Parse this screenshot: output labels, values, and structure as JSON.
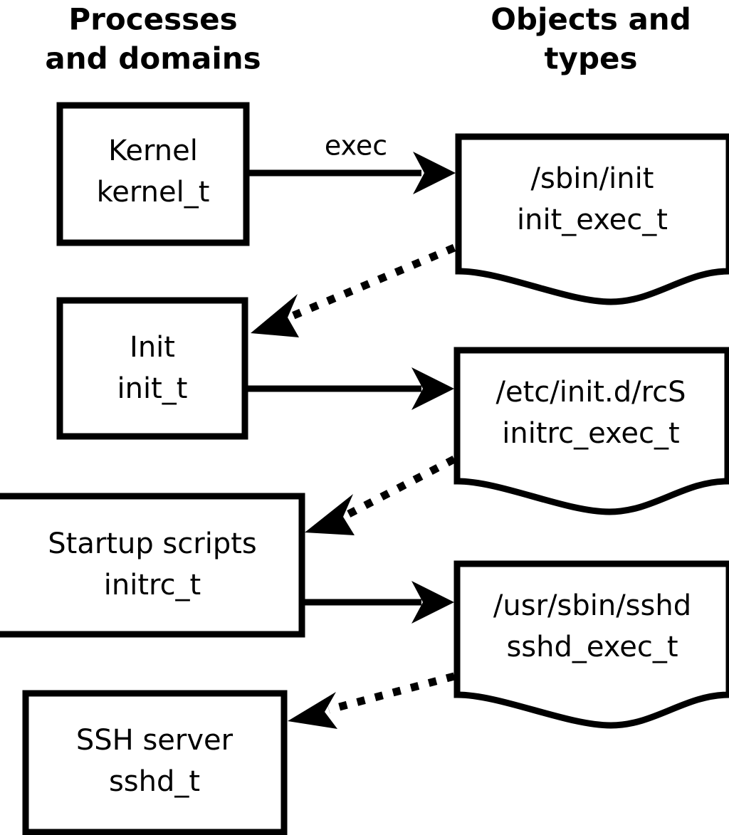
{
  "diagram": {
    "title_left": "Processes\nand domains",
    "columns": [
      {
        "id": "processes",
        "header_line1": "Processes",
        "header_line2": "and domains"
      },
      {
        "id": "objects",
        "header_line1": "Objects and",
        "header_line2": "types"
      }
    ],
    "colors": {
      "stroke": "#000000",
      "fill": "#ffffff",
      "background": "#ffffff"
    },
    "process_nodes": [
      {
        "id": "kernel",
        "name_line": "Kernel",
        "type_line": "kernel_t"
      },
      {
        "id": "init",
        "name_line": "Init",
        "type_line": "init_t"
      },
      {
        "id": "initrc",
        "name_line": "Startup scripts",
        "type_line": "initrc_t"
      },
      {
        "id": "sshd",
        "name_line": "SSH server",
        "type_line": "sshd_t"
      }
    ],
    "object_nodes": [
      {
        "id": "init_exec",
        "path_line": "/sbin/init",
        "type_line": "init_exec_t"
      },
      {
        "id": "initrc_exec",
        "path_line": "/etc/init.d/rcS",
        "type_line": "initrc_exec_t"
      },
      {
        "id": "sshd_exec",
        "path_line": "/usr/sbin/sshd",
        "type_line": "sshd_exec_t"
      }
    ],
    "edges": [
      {
        "id": "kernel-to-init_exec",
        "from": "kernel",
        "to": "init_exec",
        "style": "solid",
        "label": "exec"
      },
      {
        "id": "init_exec-to-init",
        "from": "init_exec",
        "to": "init",
        "style": "dotted",
        "label": ""
      },
      {
        "id": "init-to-initrc_exec",
        "from": "init",
        "to": "initrc_exec",
        "style": "solid",
        "label": ""
      },
      {
        "id": "initrc_exec-to-initrc",
        "from": "initrc_exec",
        "to": "initrc",
        "style": "dotted",
        "label": ""
      },
      {
        "id": "initrc-to-sshd_exec",
        "from": "initrc",
        "to": "sshd_exec",
        "style": "solid",
        "label": ""
      },
      {
        "id": "sshd_exec-to-sshd",
        "from": "sshd_exec",
        "to": "sshd",
        "style": "dotted",
        "label": ""
      }
    ]
  }
}
